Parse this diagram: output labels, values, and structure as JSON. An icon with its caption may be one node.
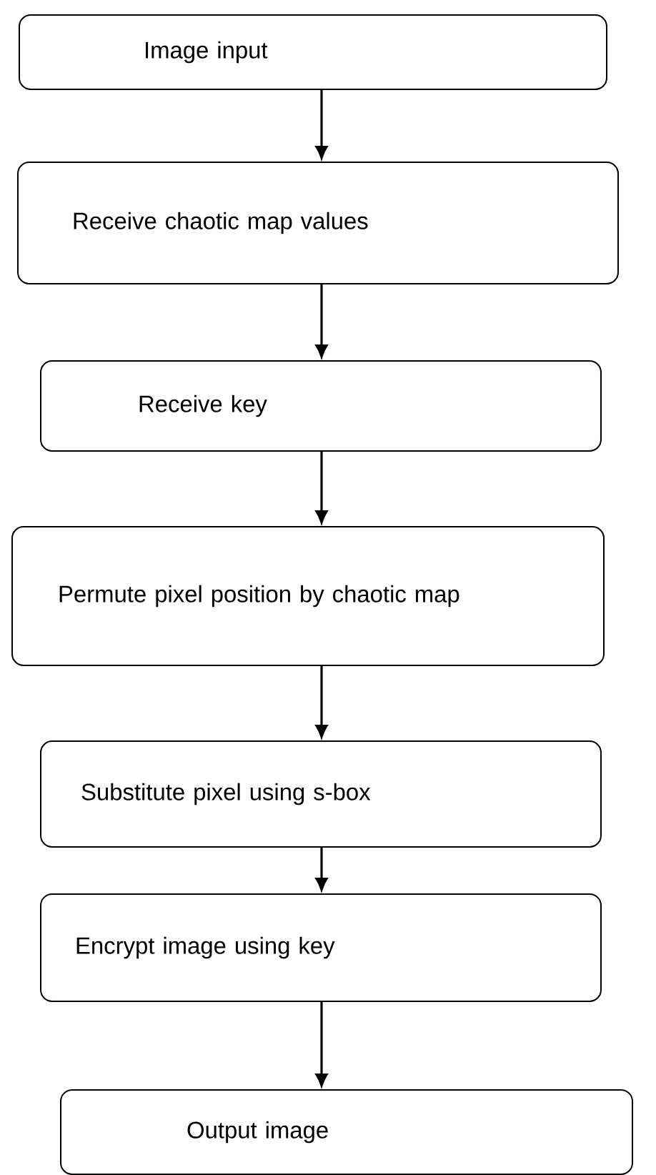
{
  "diagram": {
    "nodes": [
      {
        "text": [
          "Image input"
        ]
      },
      {
        "text": [
          "Receive chaotic map values"
        ]
      },
      {
        "text": [
          "Receive key"
        ]
      },
      {
        "text": [
          "Permute pixel position by chaotic map"
        ]
      },
      {
        "text": [
          "Substitute pixel using s-box"
        ]
      },
      {
        "text": [
          "Encrypt image using key"
        ]
      },
      {
        "text": [
          "Output image"
        ]
      }
    ],
    "edges": [
      {
        "from": 0,
        "to": 1,
        "arrow": "to"
      },
      {
        "from": 1,
        "to": 2,
        "arrow": "to"
      },
      {
        "from": 2,
        "to": 3,
        "arrow": "to"
      },
      {
        "from": 3,
        "to": 4,
        "arrow": "to"
      },
      {
        "from": 4,
        "to": 5,
        "arrow": "to"
      },
      {
        "from": 5,
        "to": 6,
        "arrow": "to"
      }
    ]
  }
}
